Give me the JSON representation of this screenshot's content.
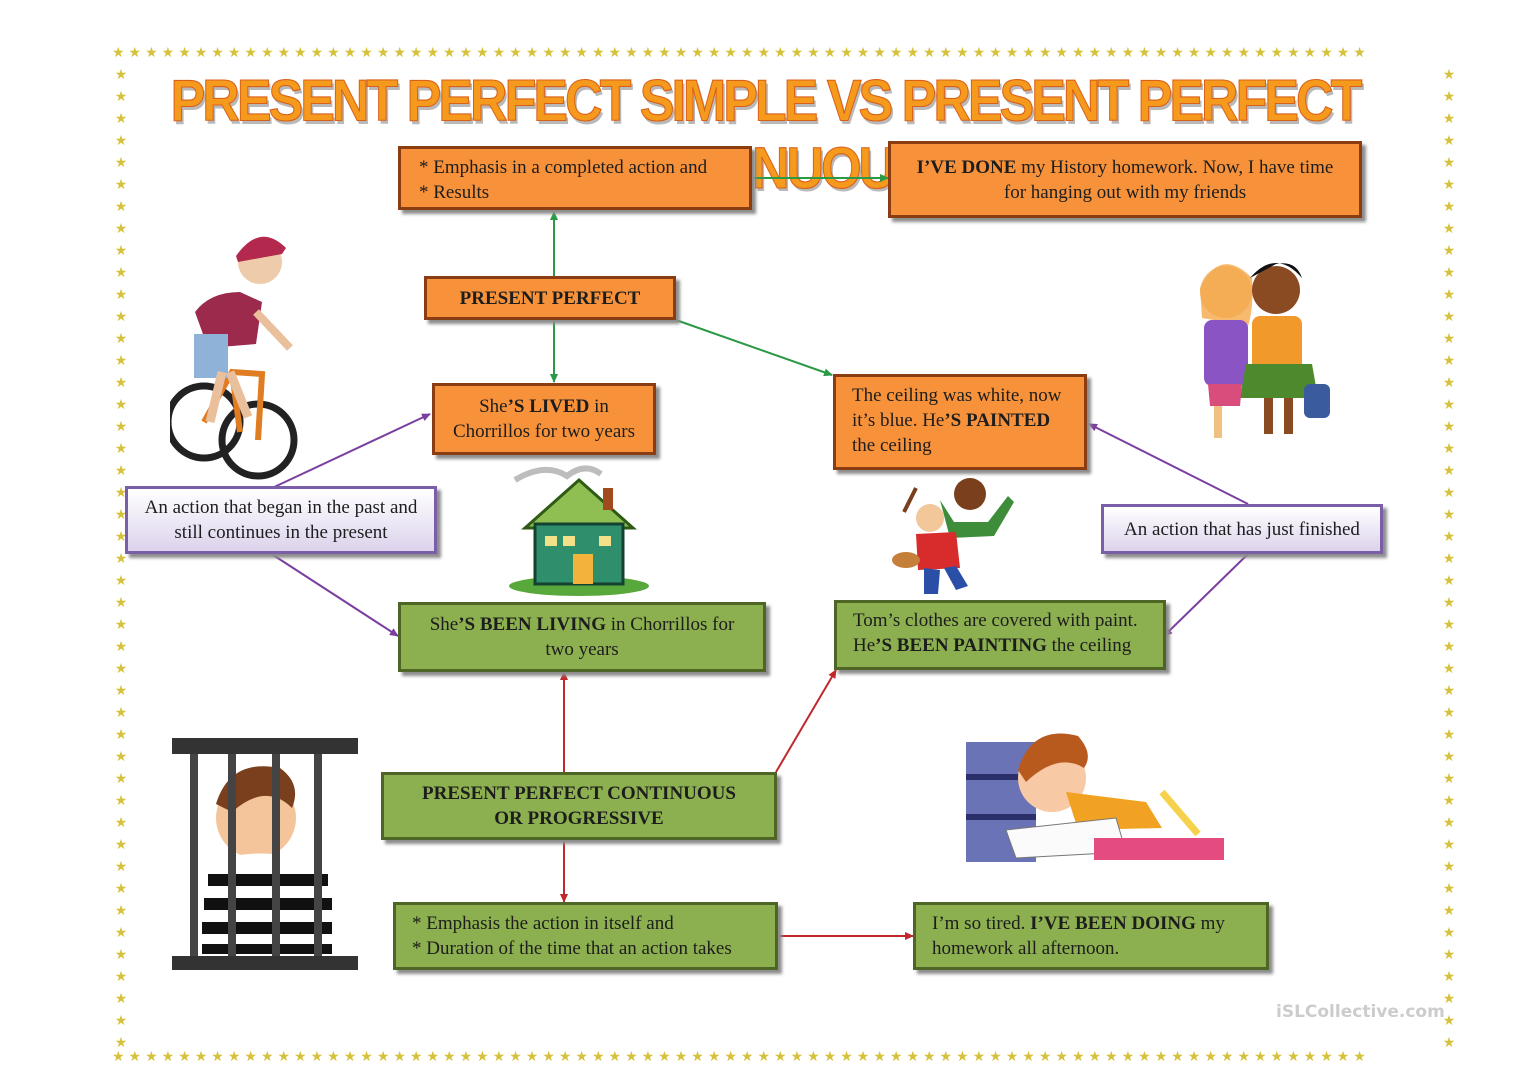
{
  "title": "PRESENT PERFECT SIMPLE VS  PRESENT PERFECT  CONTINUOUS",
  "nodes": {
    "emphasis_simple": {
      "line1": "* Emphasis in a completed action and",
      "line2": "* Results"
    },
    "example_done": {
      "p1": "I’VE  DONE",
      "p2": " my History homework. Now, I have time for hanging out with my friends"
    },
    "present_perfect": "PRESENT  PERFECT",
    "lived": {
      "p1": "She",
      "p2": "’S  LIVED",
      "p3": " in Chorrillos for two years"
    },
    "painted": {
      "p1": "The ceiling was white, now it’s blue. He",
      "p2": "’S  PAINTED",
      "p3": " the ceiling"
    },
    "began_past": "An action that began in the past and still continues in the present",
    "just_finished": "An action that has just finished",
    "been_living": {
      "p1": "She",
      "p2": "’S  BEEN  LIVING",
      "p3": " in Chorrillos for two years"
    },
    "been_painting": {
      "p1": "Tom’s clothes are covered with paint. He",
      "p2": "’S  BEEN  PAINTING",
      "p3": " the ceiling"
    },
    "continuous": {
      "line1": "PRESENT  PERFECT  CONTINUOUS",
      "line2": "OR PROGRESSIVE"
    },
    "emphasis_cont": {
      "line1": "* Emphasis the action in itself and",
      "line2": "* Duration of the time that an action takes"
    },
    "example_doing": {
      "p1": "I’m so tired. ",
      "p2": "I’VE  BEEN  DOING",
      "p3": " my homework all afternoon."
    }
  },
  "watermark": "iSLCollective.com",
  "colors": {
    "orange_box": "#f7923b",
    "green_box": "#8caf4f",
    "green_arrow": "#2a9a46",
    "red_arrow": "#c0282b",
    "purple_arrow": "#7a3fa0",
    "star": "#d6c23a"
  },
  "illustrations": [
    "cyclist",
    "two-girls",
    "house",
    "children-painting",
    "prisoner-behind-bars",
    "girl-doing-homework"
  ]
}
